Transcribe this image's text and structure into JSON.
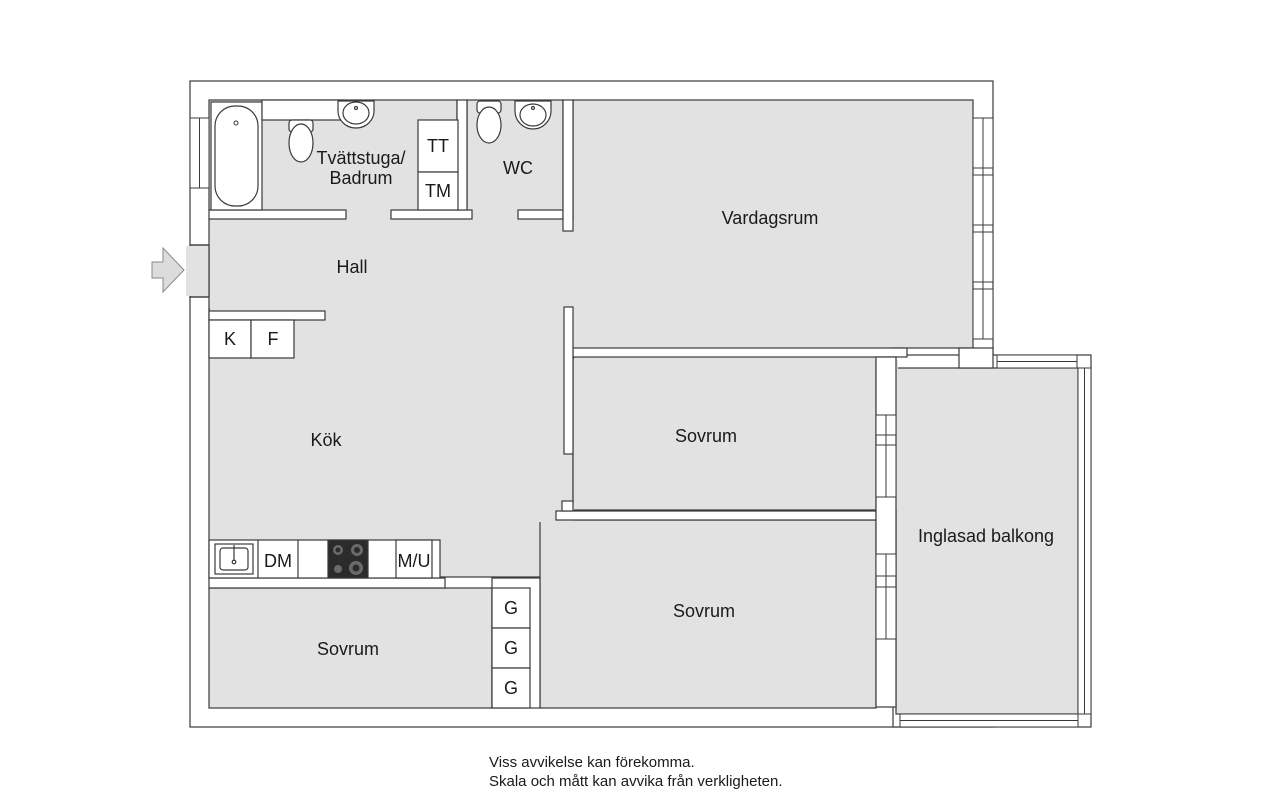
{
  "rooms": {
    "laundry_bath_line1": "Tvättstuga/",
    "laundry_bath_line2": "Badrum",
    "wc": "WC",
    "living_room": "Vardagsrum",
    "hall": "Hall",
    "kitchen": "Kök",
    "bedroom_1": "Sovrum",
    "bedroom_2": "Sovrum",
    "bedroom_3": "Sovrum",
    "balcony": "Inglasad balkong"
  },
  "fixtures": {
    "dryer": "TT",
    "washer": "TM",
    "fridge_k": "K",
    "freezer_f": "F",
    "dishwasher": "DM",
    "microwave_oven": "M/U",
    "wardrobe_1": "G",
    "wardrobe_2": "G",
    "wardrobe_3": "G"
  },
  "notes": {
    "line1": "Viss avvikelse kan förekomma.",
    "line2": "Skala och mått kan avvika från verkligheten."
  },
  "colors": {
    "floor": "#e2e2e2",
    "wall": "#ffffff",
    "line": "#3a3a3a",
    "hob": "#2b2b2b"
  },
  "icons": [
    "entrance-arrow-icon",
    "bathtub-icon",
    "toilet-icon",
    "sink-icon",
    "kitchen-sink-icon",
    "hob-icon"
  ]
}
